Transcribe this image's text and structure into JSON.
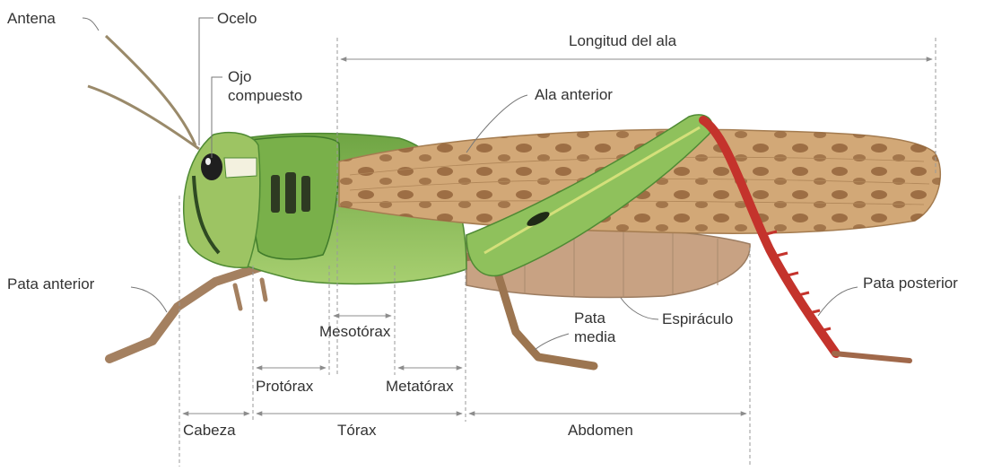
{
  "labels": {
    "antena": "Antena",
    "ocelo": "Ocelo",
    "ojo_compuesto_line1": "Ojo",
    "ojo_compuesto_line2": "compuesto",
    "longitud_ala": "Longitud del ala",
    "ala_anterior": "Ala anterior",
    "pata_anterior": "Pata anterior",
    "pata_posterior": "Pata posterior",
    "mesotorax": "Mesotórax",
    "pata_media_line1": "Pata",
    "pata_media_line2": "media",
    "espiraculo": "Espiráculo",
    "protorax": "Protórax",
    "metatorax": "Metatórax",
    "cabeza": "Cabeza",
    "torax": "Tórax",
    "abdomen": "Abdomen"
  },
  "colors": {
    "body_green": "#8fbf5a",
    "dark_green": "#4f8a34",
    "wing_tan": "#d2a877",
    "wing_spot": "#8a5a33",
    "abdomen_tan": "#c8a283",
    "hind_leg_red": "#c4332c",
    "leg_brown": "#9c7550"
  }
}
